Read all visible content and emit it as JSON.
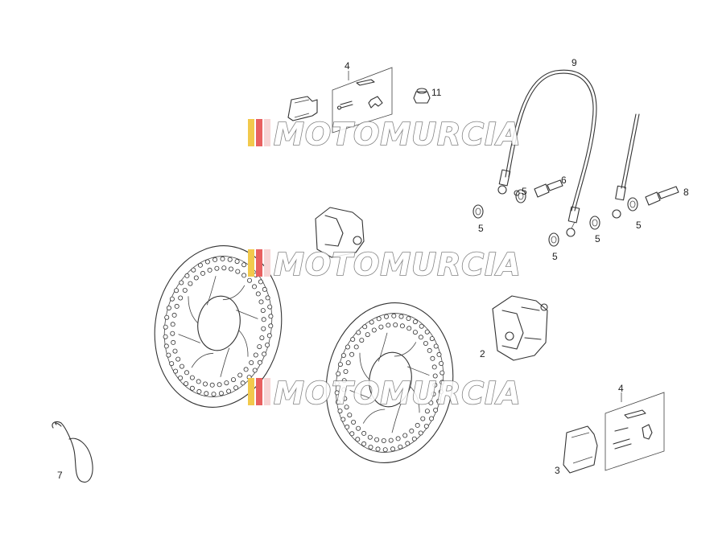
{
  "callouts": {
    "c1": "4",
    "c2": "11",
    "c3": "9",
    "c4": "6",
    "c5": "8",
    "c6": "5",
    "c7": "5",
    "c8": "5",
    "c9": "5",
    "c10": "5",
    "c11": "2",
    "c12": "4",
    "c13": "3",
    "c14": "7"
  },
  "watermark": {
    "text": "MOTOMURCIA",
    "stripe_colors": [
      "#f2c94c",
      "#e86060",
      "#f7d5d5"
    ],
    "outline_color": "#6d6d6d"
  },
  "colors": {
    "line": "#333333",
    "background": "#ffffff"
  }
}
